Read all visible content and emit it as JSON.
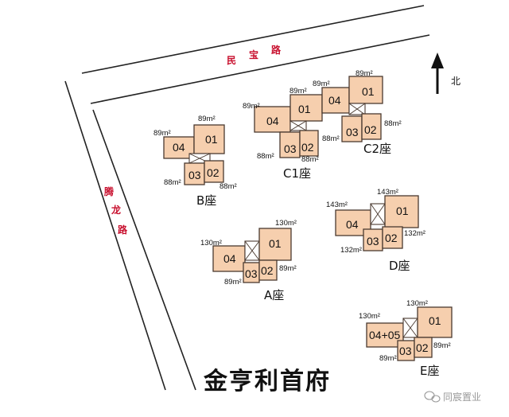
{
  "roads": {
    "minbao": [
      "民",
      "宝",
      "路"
    ],
    "tenglong": [
      "腾",
      "龙",
      "路"
    ]
  },
  "north": {
    "label": "北"
  },
  "title": "金亨利首府",
  "watermark": "同宸置业",
  "buildings": {
    "c1": {
      "name": "C1座",
      "units": [
        "04",
        "01",
        "03",
        "02"
      ],
      "areas": [
        "89m²",
        "89m²",
        "88m²",
        "88m²"
      ]
    },
    "c2": {
      "name": "C2座",
      "units": [
        "04",
        "01",
        "03",
        "02"
      ],
      "areas": [
        "89m²",
        "89m²",
        "88m²",
        "88m²"
      ]
    },
    "b": {
      "name": "B座",
      "units": [
        "04",
        "01",
        "03",
        "02"
      ],
      "areas": [
        "89m²",
        "89m²",
        "88m²",
        "88m²"
      ]
    },
    "d": {
      "name": "D座",
      "units": [
        "04",
        "01",
        "03",
        "02"
      ],
      "areas": [
        "143m²",
        "143m²",
        "132m²",
        "132m²"
      ]
    },
    "a": {
      "name": "A座",
      "units": [
        "04",
        "01",
        "03",
        "02"
      ],
      "areas": [
        "130m²",
        "130m²",
        "89m²",
        "89m²"
      ]
    },
    "e": {
      "name": "E座",
      "units": [
        "04+05",
        "01",
        "03",
        "02"
      ],
      "areas": [
        "130m²",
        "130m²",
        "89m²",
        "89m²"
      ]
    }
  },
  "colors": {
    "unit_fill": "#f6cfae",
    "outline": "#4a3a30",
    "road_label": "#c8102e",
    "watermark": "#999999"
  }
}
